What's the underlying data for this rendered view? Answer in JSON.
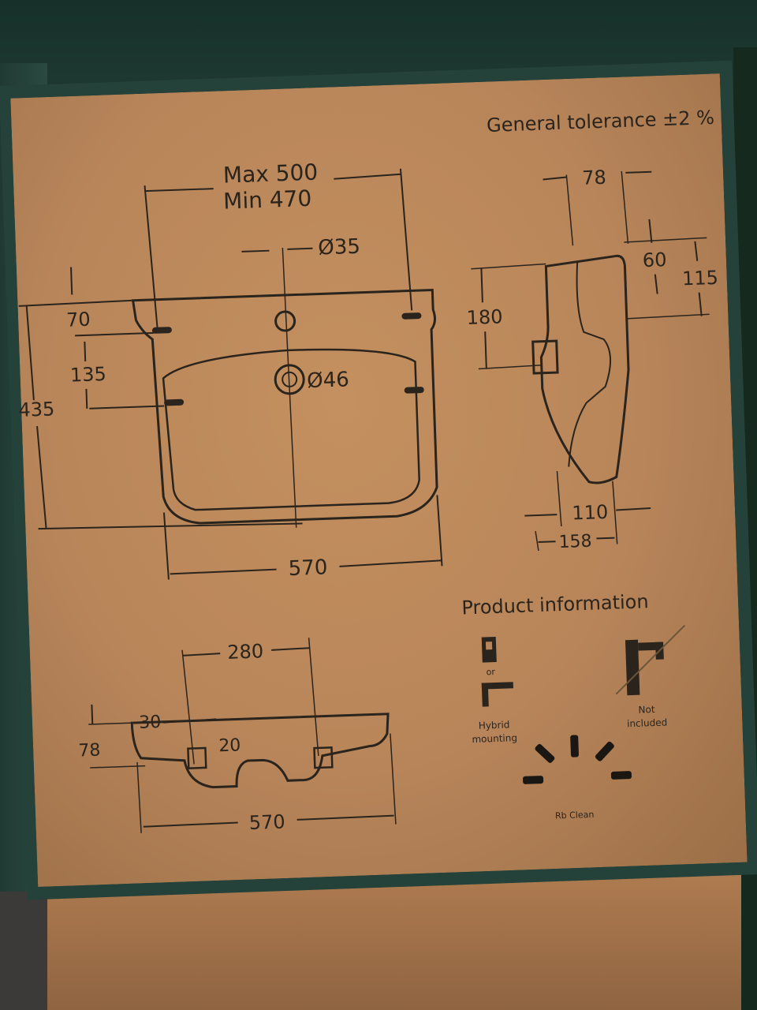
{
  "header": {
    "tolerance": "General tolerance ±2 %"
  },
  "top_view": {
    "max": "Max 500",
    "min": "Min 470",
    "tap_hole": "Ø35",
    "waste": "Ø46",
    "dim_70": "70",
    "dim_135": "135",
    "height": "435",
    "width": "570"
  },
  "side_view": {
    "depth_top": "78",
    "dim_60": "60",
    "dim_115": "115",
    "dim_180": "180",
    "dim_110": "110",
    "dim_158": "158"
  },
  "front_view": {
    "dim_280": "280",
    "dim_30": "30",
    "dim_78": "78",
    "dim_20": "20",
    "width": "570"
  },
  "product_info": {
    "title": "Product information",
    "or": "or",
    "hybrid_1": "Hybrid",
    "hybrid_2": "mounting",
    "not_1": "Not",
    "not_2": "included",
    "clean": "Rb Clean"
  },
  "colors": {
    "cardboard": "#b8855a",
    "box_green": "#244239",
    "ink": "#2a241d"
  }
}
